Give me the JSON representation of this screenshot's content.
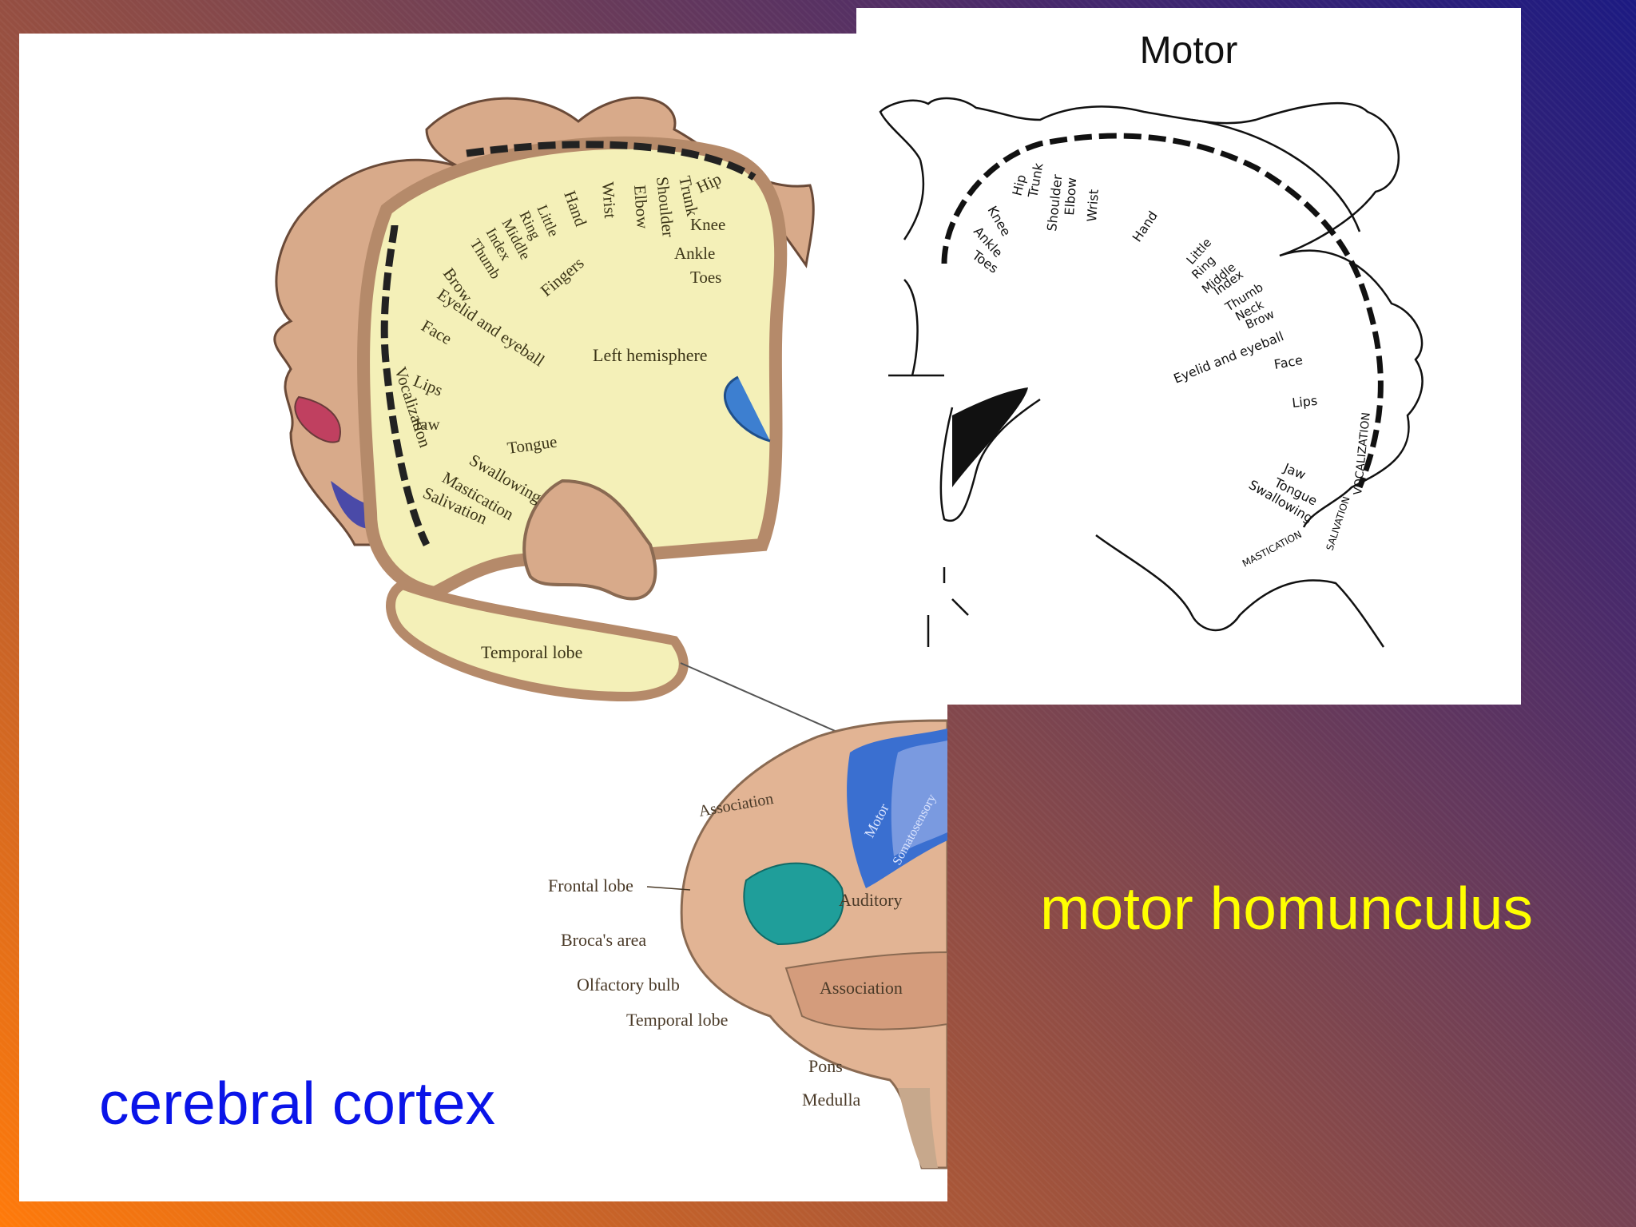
{
  "captions": {
    "left": "cerebral cortex",
    "right": "motor homunculus"
  },
  "left_diagram": {
    "sections": {
      "hemisphere": "Left hemisphere",
      "temporal_lobe": "Temporal lobe"
    },
    "body_labels": [
      "Trunk",
      "Hip",
      "Knee",
      "Ankle",
      "Toes",
      "Shoulder",
      "Elbow",
      "Wrist",
      "Hand",
      "Little",
      "Ring",
      "Middle",
      "Index",
      "Thumb",
      "Fingers",
      "Brow",
      "Eyelid and eyeball",
      "Face",
      "Lips",
      "Jaw",
      "Tongue",
      "Swallowing",
      "Mastication",
      "Salivation",
      "Vocalization"
    ],
    "brain_labels": {
      "frontal_lobe": "Frontal lobe",
      "brocas_area": "Broca's area",
      "olfactory_bulb": "Olfactory bulb",
      "temporal_lobe": "Temporal lobe",
      "pons": "Pons",
      "medulla": "Medulla",
      "auditory": "Auditory",
      "association_1": "Association",
      "association_2": "Association",
      "motor": "Motor",
      "somatosensory": "Somatosensory"
    }
  },
  "right_diagram": {
    "title": "Motor",
    "body_labels": [
      "Hip",
      "Trunk",
      "Shoulder",
      "Elbow",
      "Wrist",
      "Knee",
      "Ankle",
      "Toes",
      "Hand",
      "Little",
      "Ring",
      "Middle",
      "Index",
      "Thumb",
      "Neck",
      "Brow",
      "Eyelid and eyeball",
      "Face",
      "Lips",
      "Jaw",
      "Tongue",
      "Swallowing",
      "MASTICATION",
      "SALIVATION",
      "VOCALIZATION"
    ]
  },
  "colors": {
    "left_caption": "#0a14e8",
    "right_caption": "#ffff00",
    "skin": "#d8aa8a",
    "brain_fill": "#f4f0b8",
    "motor_strip": "#3a6fd0",
    "brocas": "#1f9e9a"
  }
}
